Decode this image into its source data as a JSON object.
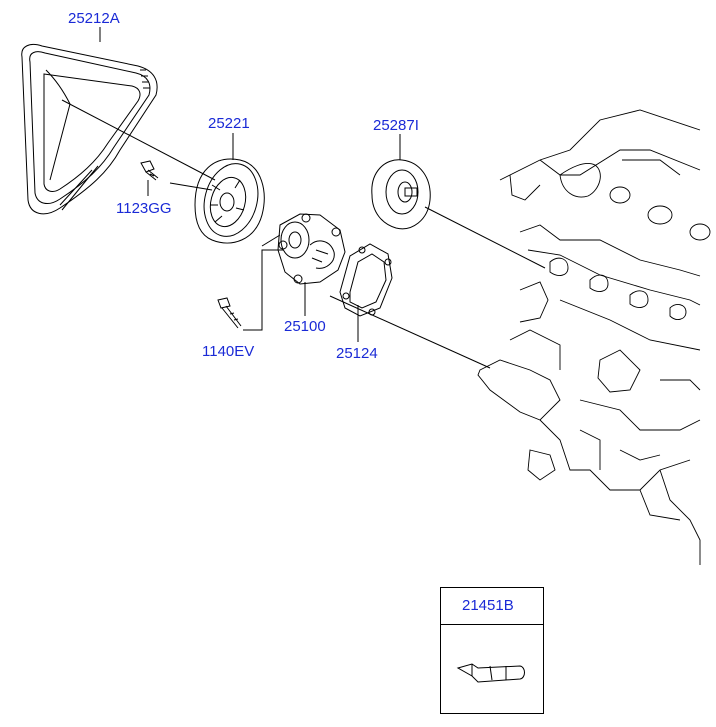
{
  "parts": {
    "belt": {
      "number": "25212A"
    },
    "idler_pulley_1": {
      "number": "25221"
    },
    "idler_pulley_2": {
      "number": "25287I"
    },
    "bolt_a": {
      "number": "1123GG"
    },
    "bolt_b": {
      "number": "1140EV"
    },
    "water_pump": {
      "number": "25100"
    },
    "gasket": {
      "number": "25124"
    },
    "sealant": {
      "number": "21451B"
    }
  },
  "colors": {
    "label": "#1a2ad6",
    "line": "#000000"
  }
}
